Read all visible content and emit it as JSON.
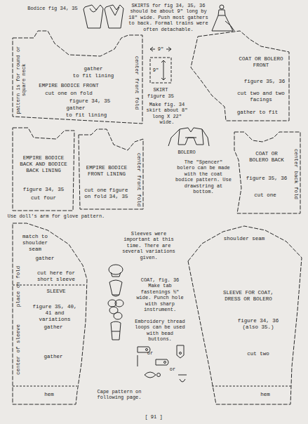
{
  "diagram": {
    "nodes": [
      {
        "text": [
          "pattern is for round or square neck",
          "gather",
          "to fit lining",
          "EMPIRE BODICE FRONT",
          "cut one on fold",
          "figure 34, 35",
          "gather",
          "to fit lining",
          "center front fold"
        ]
      },
      {
        "text": [
          "EMPIRE BODICE BACK AND BODICE BACK LINING",
          "figure 34, 35",
          "cut four"
        ]
      },
      {
        "text": [
          "EMPIRE BODICE FRONT LINING",
          "cut one on fold",
          "figure 34, 35",
          "center front fold"
        ]
      },
      {
        "text": [
          "COAT OR BOLERO FRONT",
          "figure 35, 36",
          "cut two and two facings",
          "gather to fit"
        ]
      },
      {
        "text": [
          "COAT OR BOLERO BACK",
          "figure 35, 36",
          "cut one",
          "center back fold"
        ]
      },
      {
        "text": [
          "match to shoulder seam",
          "gather",
          "place on fold",
          "cut here for short sleeve",
          "SLEEVE",
          "figure 35, 40, 41 and variations",
          "gather",
          "center of sleeve",
          "gather",
          "hem"
        ]
      },
      {
        "text": [
          "shoulder seam",
          "SLEEVE FOR COAT, DRESS OR BOLERO",
          "figure 34, 36 (also 35.)",
          "cut two",
          "hem"
        ]
      }
    ],
    "labels": [
      "Bodice fig 34, 35",
      "SKIRTS for fig 34, 35, 36 should be about 9\" long by 18\" wide. Push most gathers to back. Formal trains were often detachable.",
      "9\"",
      "9\"",
      "SKIRT",
      "figure 35",
      "Make fig. 34 skirt about 8\" long X 22\" wide.",
      "BOLERO",
      "The \"Spencer\" bolero can be made with the coat bodice pattern. Use drawstring at bottom.",
      "Use doll's arm for glove pattern.",
      "Sleeves were important at this time. There are several variations given.",
      "COAT, fig. 36 Make tab fastenings ½\" wide. Punch hole with sharp instrument.",
      "Embroidery thread loops can be used with bead buttons.",
      "or",
      "or",
      "Cape pattern on following page.",
      "[ 91 ]"
    ]
  }
}
